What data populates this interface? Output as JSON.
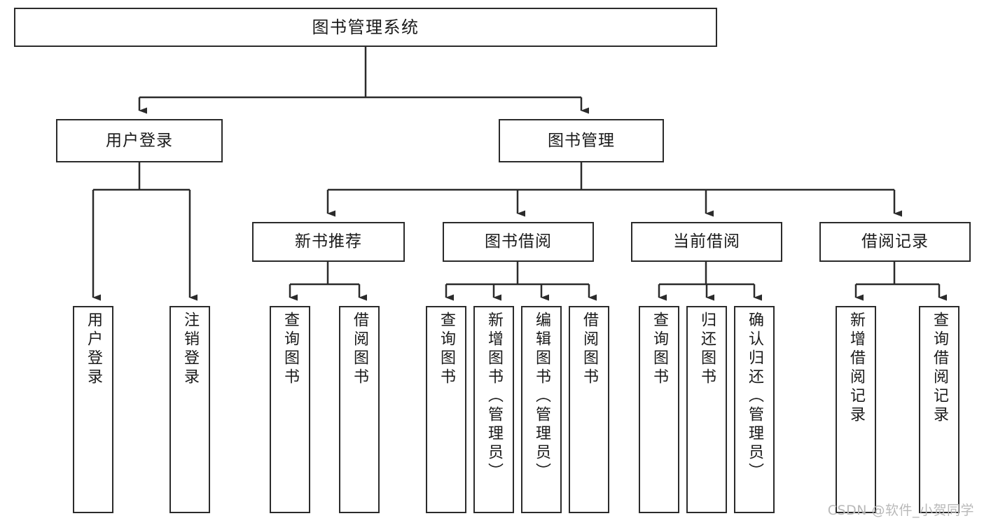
{
  "diagram": {
    "title": "图书管理系统",
    "type": "tree-hierarchy-chart",
    "orientation": "top-down",
    "colors": {
      "stroke": "#2b2b2b",
      "fill": "#ffffff",
      "text": "#1a1a1a",
      "watermark": "#b9b9b9"
    },
    "watermark": "CSDN @软件_小贺同学"
  },
  "nodes": {
    "root": {
      "label": "图书管理系统",
      "level": 1
    },
    "level2": [
      {
        "id": "user-login",
        "label": "用户登录",
        "level": 2
      },
      {
        "id": "book-management",
        "label": "图书管理",
        "level": 2
      }
    ],
    "level3": [
      {
        "id": "new-book-recommend",
        "label": "新书推荐",
        "level": 3,
        "parent": "book-management"
      },
      {
        "id": "book-borrow",
        "label": "图书借阅",
        "level": 3,
        "parent": "book-management"
      },
      {
        "id": "current-borrow",
        "label": "当前借阅",
        "level": 3,
        "parent": "book-management"
      },
      {
        "id": "borrow-record",
        "label": "借阅记录",
        "level": 3,
        "parent": "book-management"
      }
    ],
    "leaves": [
      {
        "id": "leaf-user-login",
        "label": "用户登录",
        "parent": "user-login"
      },
      {
        "id": "leaf-logout-login",
        "label": "注销登录",
        "parent": "user-login"
      },
      {
        "id": "leaf-query-book-1",
        "label": "查询图书",
        "parent": "new-book-recommend"
      },
      {
        "id": "leaf-borrow-book-1",
        "label": "借阅图书",
        "parent": "new-book-recommend"
      },
      {
        "id": "leaf-query-book-2",
        "label": "查询图书",
        "parent": "book-borrow"
      },
      {
        "id": "leaf-add-book",
        "label": "新增图书（管理员）",
        "parent": "book-borrow"
      },
      {
        "id": "leaf-edit-book",
        "label": "编辑图书（管理员）",
        "parent": "book-borrow"
      },
      {
        "id": "leaf-borrow-book-2",
        "label": "借阅图书",
        "parent": "book-borrow"
      },
      {
        "id": "leaf-query-book-3",
        "label": "查询图书",
        "parent": "current-borrow"
      },
      {
        "id": "leaf-return-book",
        "label": "归还图书",
        "parent": "current-borrow"
      },
      {
        "id": "leaf-confirm-return",
        "label": "确认归还（管理员）",
        "parent": "current-borrow"
      },
      {
        "id": "leaf-add-record",
        "label": "新增借阅记录",
        "parent": "borrow-record"
      },
      {
        "id": "leaf-query-record",
        "label": "查询借阅记录",
        "parent": "borrow-record"
      }
    ]
  }
}
